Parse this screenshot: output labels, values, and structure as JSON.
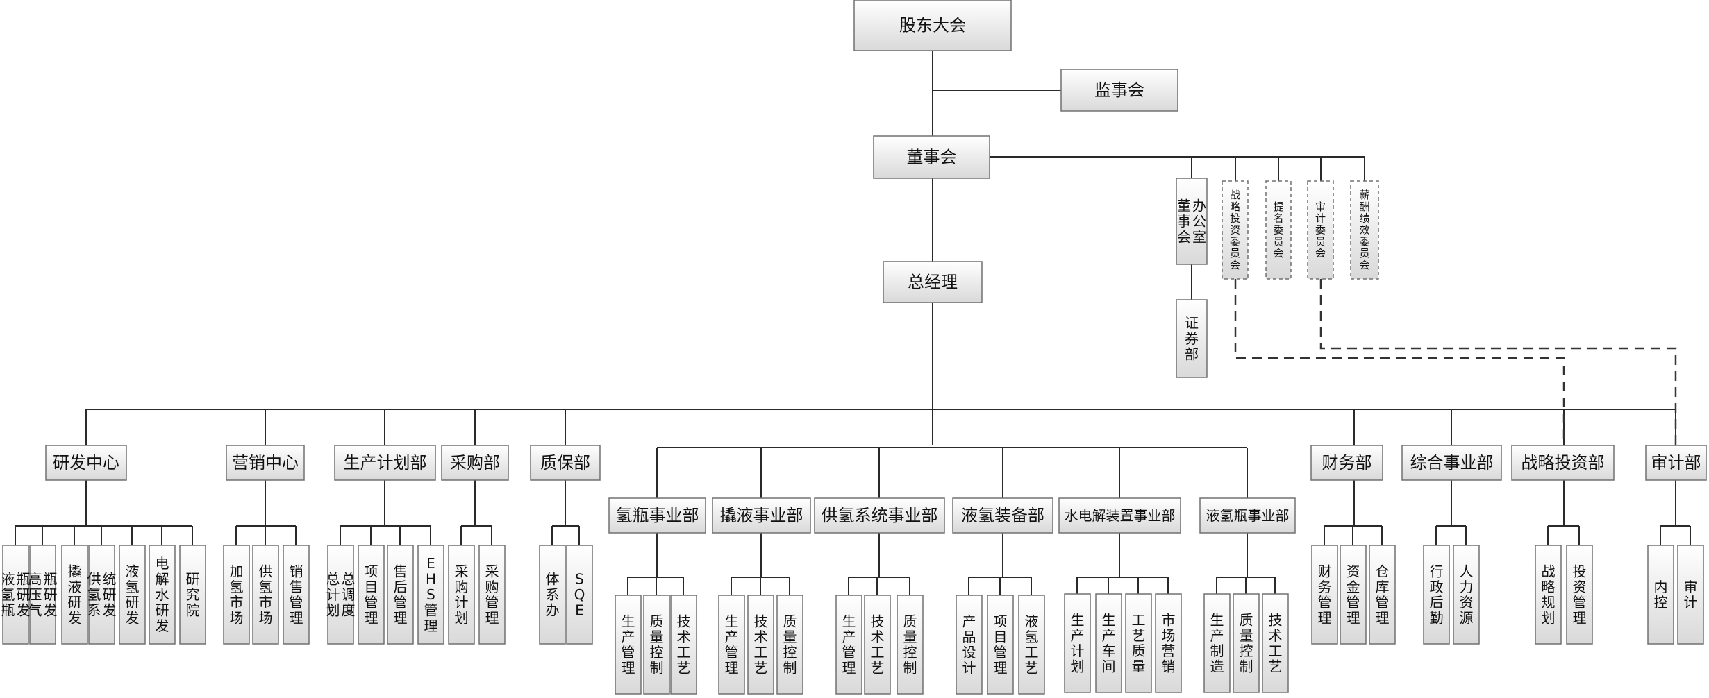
{
  "nodes": [
    {
      "id": "gdh",
      "label": "股东大会",
      "dir": "h",
      "fs": 24
    },
    {
      "id": "jsh",
      "label": "监事会",
      "dir": "h",
      "fs": 24
    },
    {
      "id": "dsh",
      "label": "董事会",
      "dir": "h",
      "fs": 24
    },
    {
      "id": "zjl",
      "label": "总经理",
      "dir": "h",
      "fs": 24
    },
    {
      "id": "dshbgs",
      "label": "董事会办公室",
      "dir": "v",
      "fs": 20
    },
    {
      "id": "zlwyh",
      "label": "战略投资委员会",
      "dir": "v",
      "fs": 15,
      "style": "dashed"
    },
    {
      "id": "tmwyh",
      "label": "提名委员会",
      "dir": "v",
      "fs": 15,
      "style": "dashed"
    },
    {
      "id": "sjwyh",
      "label": "审计委员会",
      "dir": "v",
      "fs": 15,
      "style": "dashed"
    },
    {
      "id": "xcwyh",
      "label": "薪酬绩效委员会",
      "dir": "v",
      "fs": 15,
      "style": "dashed"
    },
    {
      "id": "zqb",
      "label": "证券部",
      "dir": "v",
      "fs": 20
    },
    {
      "id": "yfzx",
      "label": "研发中心",
      "dir": "h",
      "fs": 24
    },
    {
      "id": "yxzx",
      "label": "营销中心",
      "dir": "h",
      "fs": 24
    },
    {
      "id": "scjhb",
      "label": "生产计划部",
      "dir": "h",
      "fs": 24
    },
    {
      "id": "cgb",
      "label": "采购部",
      "dir": "h",
      "fs": 24
    },
    {
      "id": "zbb",
      "label": "质保部",
      "dir": "h",
      "fs": 24
    },
    {
      "id": "cwb",
      "label": "财务部",
      "dir": "h",
      "fs": 24
    },
    {
      "id": "zhsyb",
      "label": "综合事业部",
      "dir": "h",
      "fs": 24
    },
    {
      "id": "zltzb",
      "label": "战略投资部",
      "dir": "h",
      "fs": 24
    },
    {
      "id": "sjb",
      "label": "审计部",
      "dir": "h",
      "fs": 24
    },
    {
      "id": "qpsyb",
      "label": "氢瓶事业部",
      "dir": "h",
      "fs": 24
    },
    {
      "id": "qysyb",
      "label": "撬液事业部",
      "dir": "h",
      "fs": 24
    },
    {
      "id": "gqxtsyb",
      "label": "供氢系统事业部",
      "dir": "h",
      "fs": 24
    },
    {
      "id": "yqzbb",
      "label": "液氢装备部",
      "dir": "h",
      "fs": 24
    },
    {
      "id": "sdjsyb",
      "label": "水电解装置事业部",
      "dir": "h",
      "fs": 20
    },
    {
      "id": "yqpsyb",
      "label": "液氢瓶事业部",
      "dir": "h",
      "fs": 20
    },
    {
      "id": "rd1",
      "label": "液氢瓶瓶研发",
      "dir": "v",
      "fs": 20
    },
    {
      "id": "rd2",
      "label": "高压气瓶研发",
      "dir": "v",
      "fs": 20
    },
    {
      "id": "rd3",
      "label": "撬液研发",
      "dir": "v",
      "fs": 20
    },
    {
      "id": "rd4",
      "label": "供氢系统研发",
      "dir": "v",
      "fs": 20
    },
    {
      "id": "rd5",
      "label": "液氢研发",
      "dir": "v",
      "fs": 20
    },
    {
      "id": "rd6",
      "label": "电解水研发",
      "dir": "v",
      "fs": 20
    },
    {
      "id": "rd7",
      "label": "研究院",
      "dir": "v",
      "fs": 20
    },
    {
      "id": "mk1",
      "label": "加氢市场",
      "dir": "v",
      "fs": 20
    },
    {
      "id": "mk2",
      "label": "供氢市场",
      "dir": "v",
      "fs": 20
    },
    {
      "id": "mk3",
      "label": "销售管理",
      "dir": "v",
      "fs": 20
    },
    {
      "id": "pp1",
      "label": "总计划总调度",
      "dir": "v",
      "fs": 20
    },
    {
      "id": "pp2",
      "label": "项目管理",
      "dir": "v",
      "fs": 20
    },
    {
      "id": "pp3",
      "label": "售后管理",
      "dir": "v",
      "fs": 20
    },
    {
      "id": "pp4",
      "label": "EHS管理",
      "dir": "v",
      "fs": 20
    },
    {
      "id": "pu1",
      "label": "采购计划",
      "dir": "v",
      "fs": 20
    },
    {
      "id": "pu2",
      "label": "采购管理",
      "dir": "v",
      "fs": 20
    },
    {
      "id": "qa1",
      "label": "体系办",
      "dir": "v",
      "fs": 20
    },
    {
      "id": "qa2",
      "label": "SQE",
      "dir": "v",
      "fs": 20
    },
    {
      "id": "bu1a",
      "label": "生产管理",
      "dir": "v",
      "fs": 20
    },
    {
      "id": "bu1b",
      "label": "质量控制",
      "dir": "v",
      "fs": 20
    },
    {
      "id": "bu1c",
      "label": "技术工艺",
      "dir": "v",
      "fs": 20
    },
    {
      "id": "bu2a",
      "label": "生产管理",
      "dir": "v",
      "fs": 20
    },
    {
      "id": "bu2b",
      "label": "技术工艺",
      "dir": "v",
      "fs": 20
    },
    {
      "id": "bu2c",
      "label": "质量控制",
      "dir": "v",
      "fs": 20
    },
    {
      "id": "bu3a",
      "label": "生产管理",
      "dir": "v",
      "fs": 20
    },
    {
      "id": "bu3b",
      "label": "技术工艺",
      "dir": "v",
      "fs": 20
    },
    {
      "id": "bu3c",
      "label": "质量控制",
      "dir": "v",
      "fs": 20
    },
    {
      "id": "bu4a",
      "label": "产品设计",
      "dir": "v",
      "fs": 20
    },
    {
      "id": "bu4b",
      "label": "项目管理",
      "dir": "v",
      "fs": 20
    },
    {
      "id": "bu4c",
      "label": "液氢工艺",
      "dir": "v",
      "fs": 20
    },
    {
      "id": "bu5a",
      "label": "生产计划",
      "dir": "v",
      "fs": 20
    },
    {
      "id": "bu5b",
      "label": "生产车间",
      "dir": "v",
      "fs": 20
    },
    {
      "id": "bu5c",
      "label": "工艺质量",
      "dir": "v",
      "fs": 20
    },
    {
      "id": "bu5d",
      "label": "市场营销",
      "dir": "v",
      "fs": 20
    },
    {
      "id": "bu6a",
      "label": "生产制造",
      "dir": "v",
      "fs": 20
    },
    {
      "id": "bu6b",
      "label": "质量控制",
      "dir": "v",
      "fs": 20
    },
    {
      "id": "bu6c",
      "label": "技术工艺",
      "dir": "v",
      "fs": 20
    },
    {
      "id": "fi1",
      "label": "财务管理",
      "dir": "v",
      "fs": 20
    },
    {
      "id": "fi2",
      "label": "资金管理",
      "dir": "v",
      "fs": 20
    },
    {
      "id": "fi3",
      "label": "仓库管理",
      "dir": "v",
      "fs": 20
    },
    {
      "id": "hr1",
      "label": "行政后勤",
      "dir": "v",
      "fs": 20
    },
    {
      "id": "hr2",
      "label": "人力资源",
      "dir": "v",
      "fs": 20
    },
    {
      "id": "si1",
      "label": "战略规划",
      "dir": "v",
      "fs": 20
    },
    {
      "id": "si2",
      "label": "投资管理",
      "dir": "v",
      "fs": 20
    },
    {
      "id": "au1",
      "label": "内控",
      "dir": "v",
      "fs": 20
    },
    {
      "id": "au2",
      "label": "审计",
      "dir": "v",
      "fs": 20
    }
  ]
}
